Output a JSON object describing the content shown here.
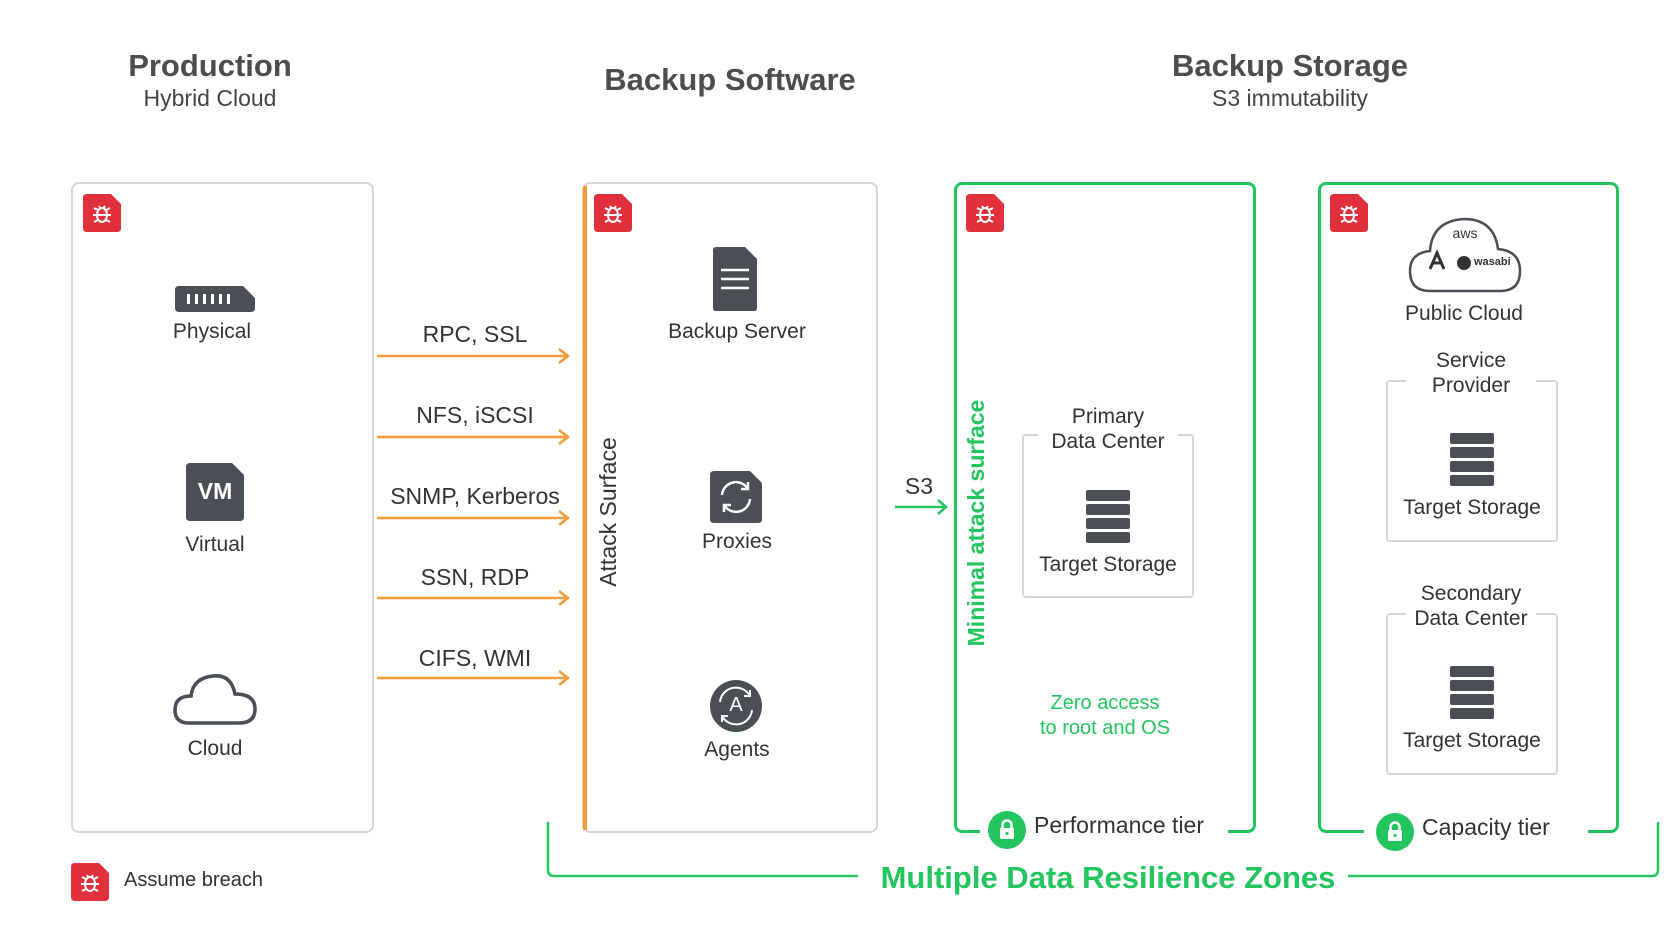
{
  "headers": {
    "production": {
      "title": "Production",
      "subtitle": "Hybrid Cloud"
    },
    "software": {
      "title": "Backup Software"
    },
    "storage": {
      "title": "Backup Storage",
      "subtitle": "S3 immutability"
    }
  },
  "production": {
    "items": [
      {
        "label": "Physical",
        "icon": "server-rack-icon"
      },
      {
        "label": "Virtual",
        "icon": "vm-icon",
        "icon_text": "VM"
      },
      {
        "label": "Cloud",
        "icon": "cloud-icon"
      }
    ]
  },
  "protocols": [
    "RPC, SSL",
    "NFS, iSCSI",
    "SNMP, Kerberos",
    "SSN, RDP",
    "CIFS, WMI"
  ],
  "software": {
    "attack_surface_label": "Attack Surface",
    "items": [
      {
        "label": "Backup Server",
        "icon": "document-icon"
      },
      {
        "label": "Proxies",
        "icon": "refresh-icon"
      },
      {
        "label": "Agents",
        "icon": "agent-icon",
        "icon_text": "A"
      }
    ]
  },
  "s3_label": "S3",
  "performance": {
    "vertical_label": "Minimal attack surface",
    "box_title": "Primary\nData Center",
    "box_item": "Target Storage",
    "note": "Zero access\nto root and OS",
    "tier_label": "Performance tier"
  },
  "capacity": {
    "public_cloud_label": "Public Cloud",
    "cloud_logos": [
      "aws",
      "wasabi"
    ],
    "service_title": "Service\nProvider",
    "service_item": "Target Storage",
    "secondary_title": "Secondary\nData Center",
    "secondary_item": "Target Storage",
    "tier_label": "Capacity tier"
  },
  "zones_label": "Multiple Data Resilience Zones",
  "legend": {
    "label": "Assume breach",
    "icon": "bug-icon"
  },
  "colors": {
    "breach_red": "#e0313c",
    "arrow_orange": "#f39a3b",
    "zone_green": "#22c55e",
    "icon_gray": "#4a4f55"
  }
}
